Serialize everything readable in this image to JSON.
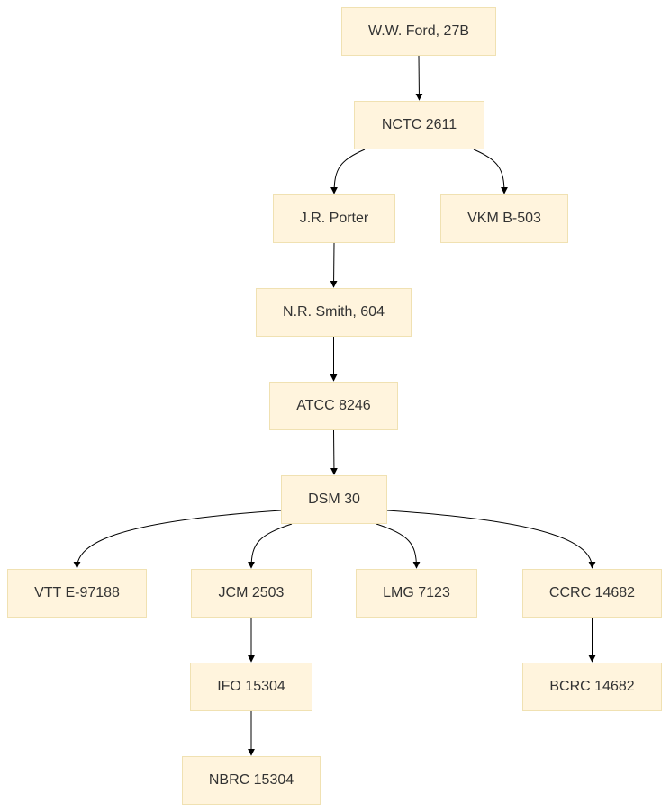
{
  "nodes": {
    "ford": "W.W. Ford, 27B",
    "nctc": "NCTC 2611",
    "porter": "J.R. Porter",
    "vkm": "VKM B-503",
    "smith": "N.R. Smith, 604",
    "atcc": "ATCC 8246",
    "dsm": "DSM 30",
    "vtt": "VTT E-97188",
    "jcm": "JCM 2503",
    "lmg": "LMG 7123",
    "ccrc": "CCRC 14682",
    "ifo": "IFO 15304",
    "bcrc": "BCRC 14682",
    "nbrc": "NBRC 15304"
  },
  "edges": [
    {
      "from": "ford",
      "to": "nctc"
    },
    {
      "from": "nctc",
      "to": "porter"
    },
    {
      "from": "nctc",
      "to": "vkm"
    },
    {
      "from": "porter",
      "to": "smith"
    },
    {
      "from": "smith",
      "to": "atcc"
    },
    {
      "from": "atcc",
      "to": "dsm"
    },
    {
      "from": "dsm",
      "to": "vtt"
    },
    {
      "from": "dsm",
      "to": "jcm"
    },
    {
      "from": "dsm",
      "to": "lmg"
    },
    {
      "from": "dsm",
      "to": "ccrc"
    },
    {
      "from": "jcm",
      "to": "ifo"
    },
    {
      "from": "ccrc",
      "to": "bcrc"
    },
    {
      "from": "ifo",
      "to": "nbrc"
    }
  ]
}
